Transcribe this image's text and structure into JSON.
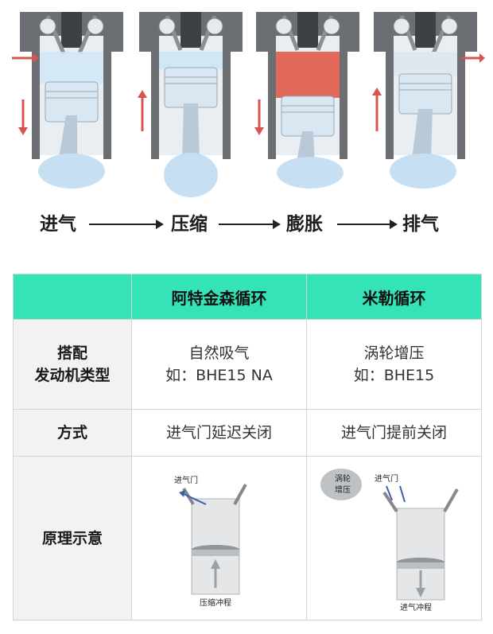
{
  "strokes": {
    "steps": [
      "进气",
      "压缩",
      "膨胀",
      "排气"
    ]
  },
  "table": {
    "headers": [
      "",
      "阿特金森循环",
      "米勒循环"
    ],
    "rows": [
      {
        "label_lines": [
          "搭配",
          "发动机类型"
        ],
        "atkinson_lines": [
          "自然吸气",
          "如：BHE15 NA"
        ],
        "miller_lines": [
          "涡轮增压",
          "如：BHE15"
        ]
      },
      {
        "label_lines": [
          "方式"
        ],
        "atkinson_lines": [
          "进气门延迟关闭"
        ],
        "miller_lines": [
          "进气门提前关闭"
        ]
      },
      {
        "label_lines": [
          "原理示意"
        ]
      }
    ],
    "diagram_atkinson": {
      "valve_label": "进气门",
      "stroke_label": "压缩冲程"
    },
    "diagram_miller": {
      "turbo_label_lines": [
        "涡轮",
        "增压"
      ],
      "valve_label": "进气门",
      "stroke_label": "进气冲程"
    }
  },
  "colors": {
    "header": "#34e3b8",
    "engine_gray": "#6b6f73",
    "piston_blue": "#cfe0ef",
    "hot_red": "#e2523f",
    "arrow_red": "#d9534f"
  }
}
